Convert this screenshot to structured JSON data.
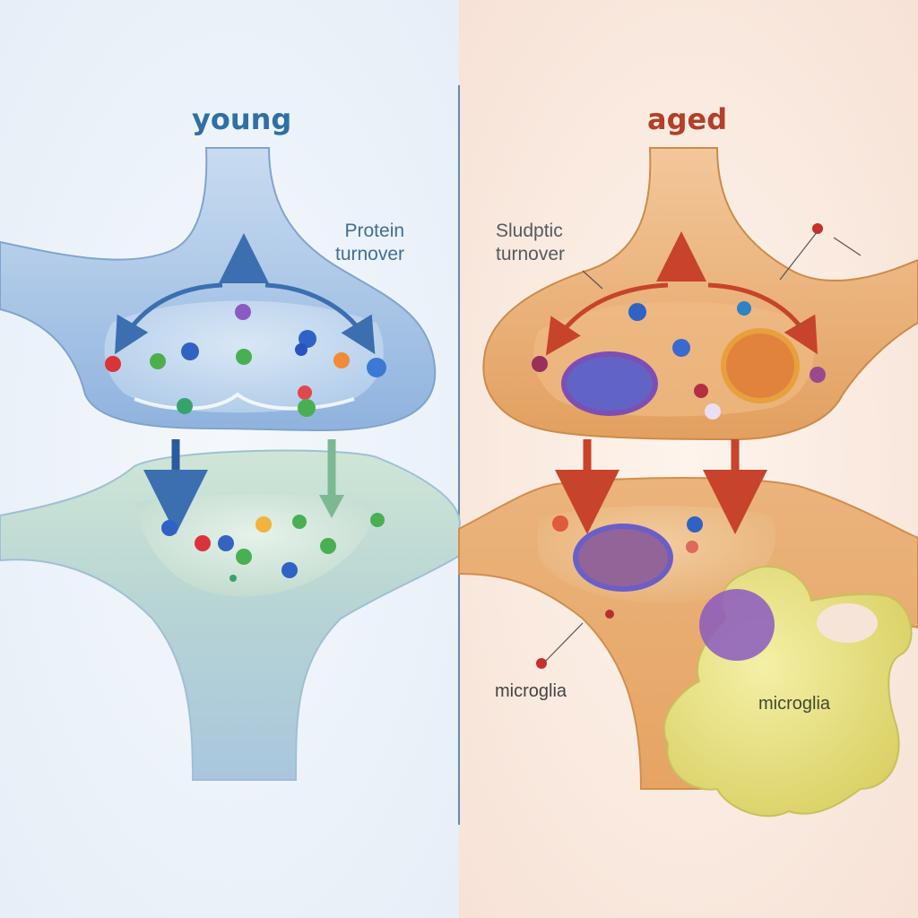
{
  "panels": {
    "young": {
      "title": "young",
      "title_color": "#2f6fa8",
      "annotation": [
        "Protein",
        "turnover"
      ],
      "membrane_color": "#9cc0e6",
      "lower_membrane_color": "#b9d9c8"
    },
    "aged": {
      "title": "aged",
      "title_color": "#b3402a",
      "annotation": [
        "Sludptic",
        "turnover"
      ],
      "membrane_color": "#e6a664",
      "arrow_color": "#c8432b",
      "labels": {
        "microglia_left": "microglia",
        "microglia_cell": "microglia"
      },
      "microglia_color": "#e8e27a"
    }
  },
  "divider_color": "#3a6a9a"
}
